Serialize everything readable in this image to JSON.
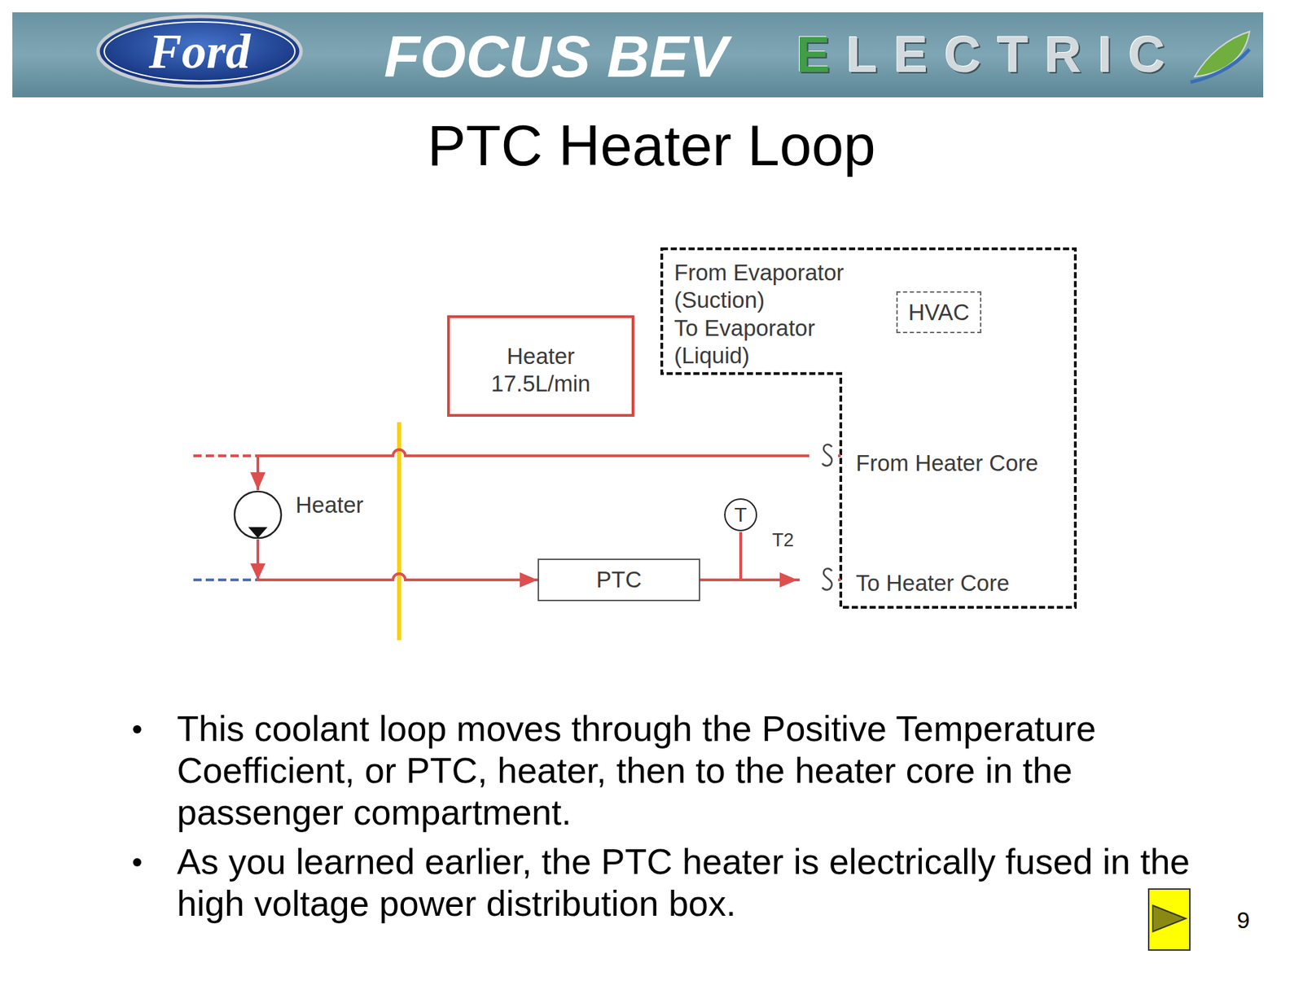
{
  "diagram": {
    "title": "PTC Heater Loop",
    "nodes": [
      {
        "text": [
          "From Evaporator (Suction)",
          "To Evaporator (Liquid)",
          "From Heater Core",
          "To Heater Core"
        ]
      },
      {
        "text": [
          "HVAC"
        ],
        "in": 0
      },
      {
        "text": [
          "Heater",
          "17.5L/min"
        ]
      },
      {
        "text": [
          "Heater"
        ]
      },
      {
        "text": [
          "PTC"
        ]
      },
      {
        "text": [
          "T",
          "T2"
        ]
      }
    ],
    "edges": [
      {
        "from": 0,
        "to": 3,
        "arrow": "to"
      },
      {
        "from": 3,
        "to": 4,
        "arrow": "to"
      },
      {
        "from": 4,
        "to": 0,
        "arrow": "to"
      }
    ],
    "labels": [
      "Ford",
      "FOCUS BEV",
      "ELECTRIC",
      "This coolant loop moves through the Positive Temperature Coefficient, or PTC, heater, then to the heater core in the passenger compartment.",
      "As you learned earlier, the PTC heater is electrically fused in the high voltage power distribution box.",
      "9"
    ]
  }
}
